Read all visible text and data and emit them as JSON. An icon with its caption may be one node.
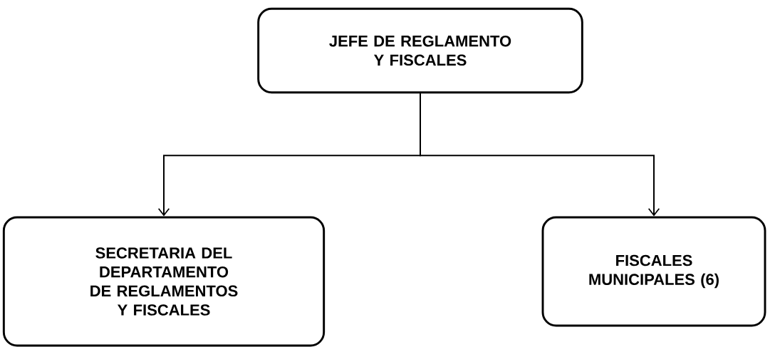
{
  "diagram": {
    "nodes": [
      {
        "text": [
          "JEFE DE REGLAMENTO Y FISCALES"
        ]
      },
      {
        "text": [
          "SECRETARIA DEL DEPARTAMENTO DE REGLAMENTOS Y FISCALES"
        ]
      },
      {
        "text": [
          "FISCALES MUNICIPALES (6)"
        ]
      }
    ],
    "edges": [
      {
        "from": 0,
        "to": 1,
        "arrow": "to"
      },
      {
        "from": 0,
        "to": 2,
        "arrow": "to"
      }
    ]
  }
}
